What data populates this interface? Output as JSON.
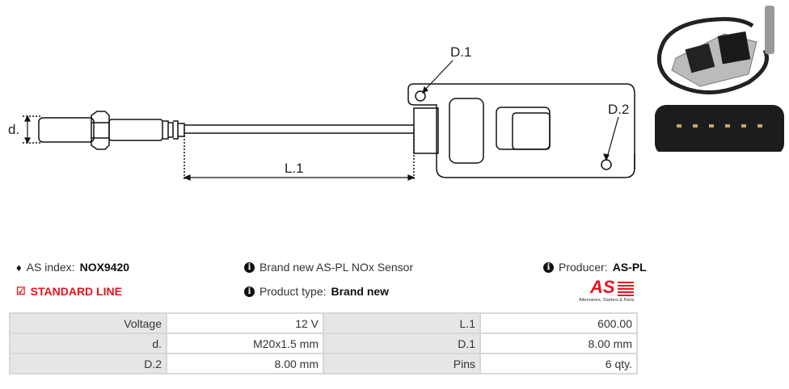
{
  "diagram": {
    "labels": {
      "d": "d.",
      "l1": "L.1",
      "d1": "D.1",
      "d2": "D.2"
    }
  },
  "info": {
    "index_label": "AS index:",
    "index_value": "NOX9420",
    "line": "STANDARD LINE",
    "description": "Brand new AS-PL NOx Sensor",
    "type_label": "Product type:",
    "type_value": "Brand new",
    "producer_label": "Producer:",
    "producer_value": "AS-PL"
  },
  "logo": {
    "text": "AS",
    "tagline": "Alternators, Starters & Parts"
  },
  "specs": [
    [
      {
        "k": "Voltage",
        "v": "12 V"
      },
      {
        "k": "L.1",
        "v": "600.00"
      }
    ],
    [
      {
        "k": "d.",
        "v": "M20x1.5 mm"
      },
      {
        "k": "D.1",
        "v": "8.00 mm"
      }
    ],
    [
      {
        "k": "D.2",
        "v": "8.00 mm"
      },
      {
        "k": "Pins",
        "v": "6 qty."
      }
    ]
  ],
  "colors": {
    "accent": "#e8141c"
  }
}
